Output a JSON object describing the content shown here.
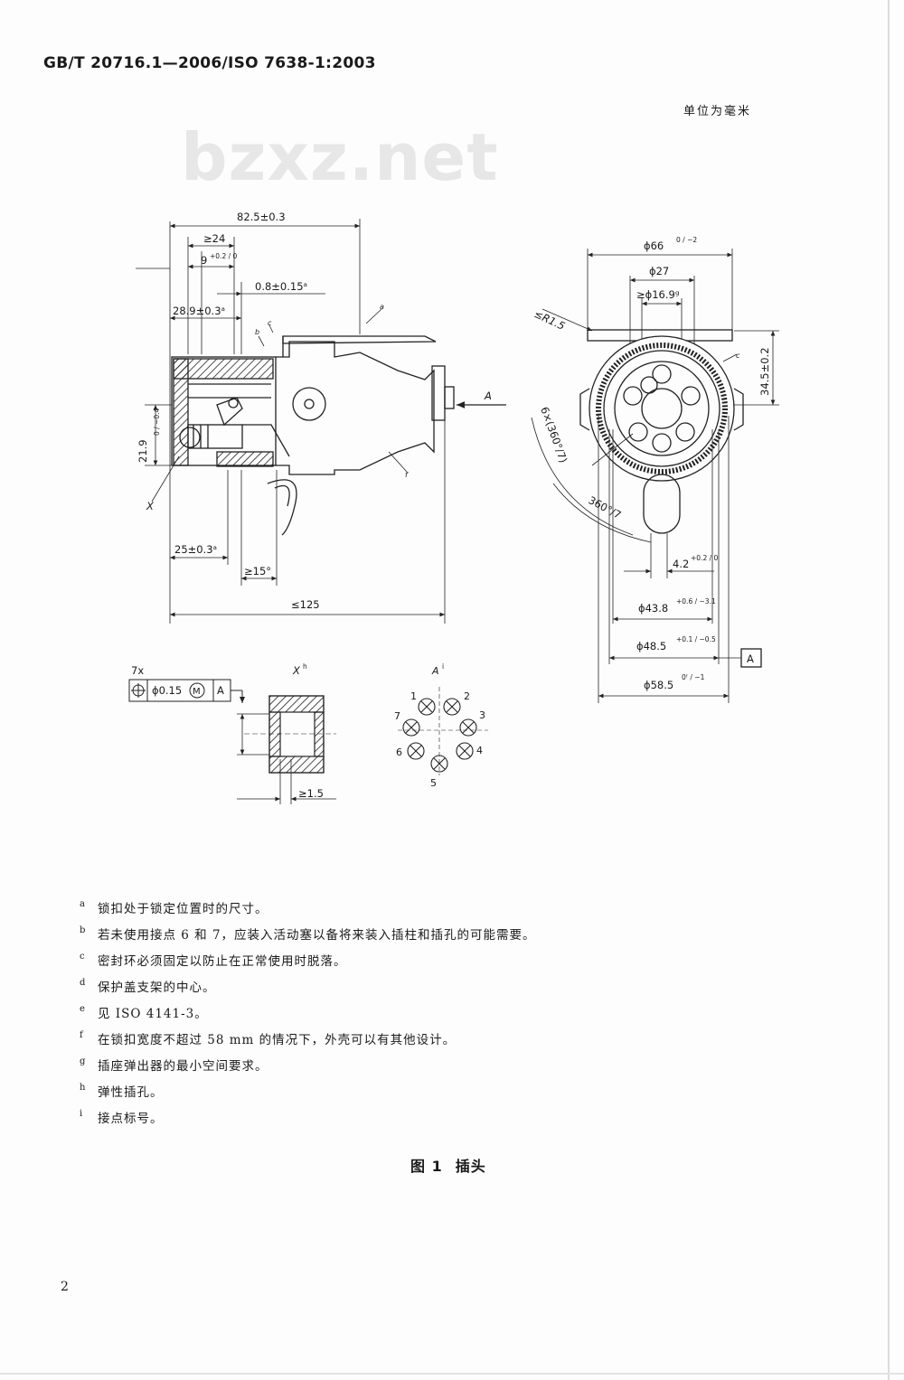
{
  "header": {
    "standard_id": "GB/T 20716.1—2006/ISO 7638-1:2003"
  },
  "units_note": "单位为毫米",
  "watermark": "bzxz.net",
  "figure": {
    "number": "图 1",
    "title": "插头",
    "side_view_dims": {
      "d1": "82.5±0.3",
      "d2": "≥24",
      "d3": "9",
      "d3_tol": "+0.2 / 0",
      "d4": "0.8±0.15ᵃ",
      "d5": "28.9±0.3ᵃ",
      "d6": "21.9",
      "d6_tol": "0 / −0.4",
      "d7": "25±0.3ᵃ",
      "d8": "≥15°",
      "d9": "≤125",
      "label_x": "X",
      "label_a": "A",
      "ref_a": "a",
      "ref_b": "b",
      "ref_c": "c",
      "ref_f": "f"
    },
    "front_view_dims": {
      "d1": "ϕ66",
      "d1_tol": "0 / −2",
      "d2": "ϕ27",
      "d3": "≥ϕ16.9ᵍ",
      "d4": "≤R1.5",
      "d5": "34.5±0.2",
      "d6": "6×(360°/7)",
      "d7": "360°/7",
      "d8": "4.2",
      "d8_tol": "+0.2 / 0",
      "d9": "ϕ43.8",
      "d9_tol": "+0.6 / −3.1",
      "d10": "ϕ48.5",
      "d10_tol": "+0.1 / −0.5",
      "d11": "ϕ58.5",
      "d11_tol": "0ᶠ / −1",
      "datum": "A",
      "ref_c": "c"
    },
    "tolerance_frame": {
      "count": "7x",
      "value": "ϕ0.15",
      "modifier": "M",
      "datum": "A"
    },
    "detail_x": {
      "title": "X",
      "title_ref": "h",
      "dim": "≥1.5"
    },
    "detail_a": {
      "title": "A",
      "title_ref": "i",
      "contacts": [
        "1",
        "2",
        "3",
        "4",
        "5",
        "6",
        "7"
      ]
    }
  },
  "notes": [
    {
      "mark": "a",
      "text": "锁扣处于锁定位置时的尺寸。"
    },
    {
      "mark": "b",
      "text": "若未使用接点 6 和 7，应装入活动塞以备将来装入插柱和插孔的可能需要。"
    },
    {
      "mark": "c",
      "text": "密封环必须固定以防止在正常使用时脱落。"
    },
    {
      "mark": "d",
      "text": "保护盖支架的中心。"
    },
    {
      "mark": "e",
      "text": "见 ISO 4141-3。"
    },
    {
      "mark": "f",
      "text": "在锁扣宽度不超过 58 mm 的情况下，外壳可以有其他设计。"
    },
    {
      "mark": "g",
      "text": "插座弹出器的最小空间要求。"
    },
    {
      "mark": "h",
      "text": "弹性插孔。"
    },
    {
      "mark": "i",
      "text": "接点标号。"
    }
  ],
  "page_number": "2"
}
